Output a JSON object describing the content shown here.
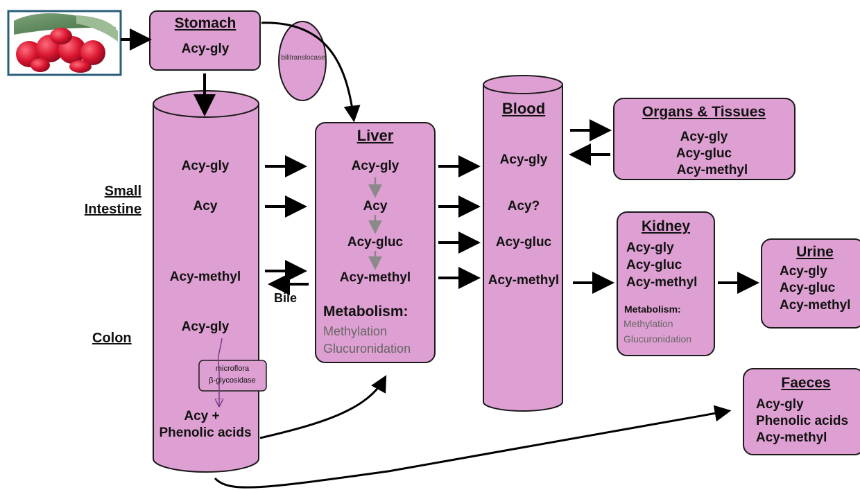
{
  "stomach": {
    "title": "Stomach",
    "items": [
      "Acy-gly"
    ]
  },
  "bilitranslocase": "bilitranslocase",
  "intestine": {
    "small_label": "Small Intestine",
    "colon_label": "Colon",
    "items": [
      "Acy-gly",
      "Acy",
      "Acy-methyl",
      "Acy-gly"
    ],
    "enzyme": [
      "microflora",
      "β-glycosidase"
    ],
    "products": [
      "Acy +",
      "Phenolic acids"
    ]
  },
  "bile": "Bile",
  "liver": {
    "title": "Liver",
    "items": [
      "Acy-gly",
      "Acy",
      "Acy-gluc",
      "Acy-methyl"
    ],
    "metabolism_title": "Metabolism:",
    "metabolism": [
      "Methylation",
      "Glucuronidation"
    ]
  },
  "blood": {
    "title": "Blood",
    "items": [
      "Acy-gly",
      "Acy?",
      "Acy-gluc",
      "Acy-methyl"
    ]
  },
  "organs": {
    "title": "Organs & Tissues",
    "items": [
      "Acy-gly",
      "Acy-gluc",
      "Acy-methyl"
    ]
  },
  "kidney": {
    "title": "Kidney",
    "items": [
      "Acy-gly",
      "Acy-gluc",
      "Acy-methyl"
    ],
    "metabolism_title": "Metabolism:",
    "metabolism": [
      "Methylation",
      "Glucuronidation"
    ]
  },
  "urine": {
    "title": "Urine",
    "items": [
      "Acy-gly",
      "Acy-gluc",
      "Acy-methyl"
    ]
  },
  "faeces": {
    "title": "Faeces",
    "items": [
      "Acy-gly",
      "Phenolic acids",
      "Acy-methyl"
    ]
  },
  "colors": {
    "fill": "#dea0d2",
    "stroke": "#1a1a1a",
    "arrow": "#000000",
    "metabolic_arrow": "#888888"
  }
}
